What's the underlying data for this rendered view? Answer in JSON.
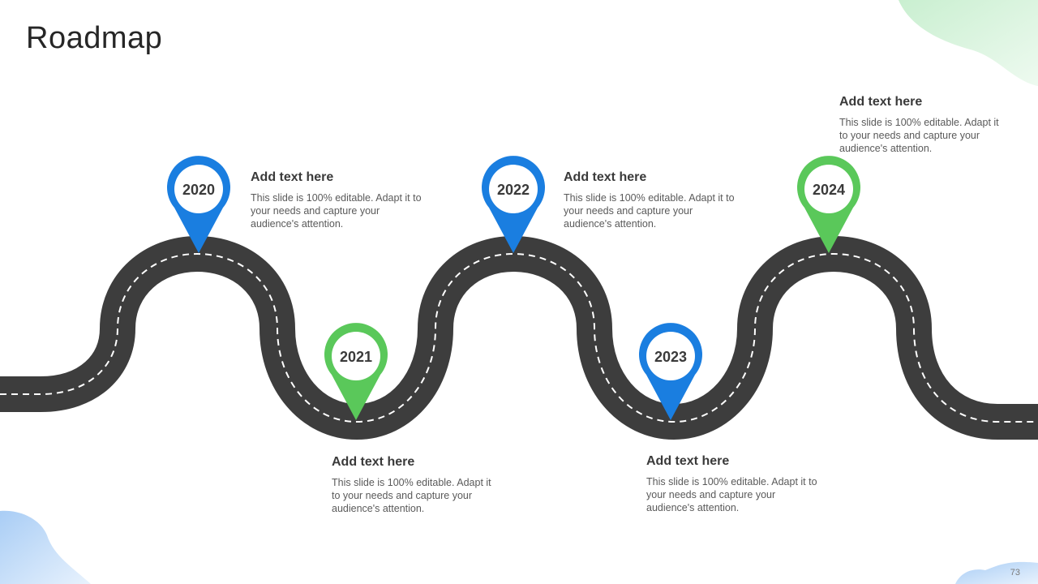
{
  "title": "Roadmap",
  "page_number": "73",
  "colors": {
    "road": "#3d3d3d",
    "dash": "#ffffff",
    "blue": "#1a7ee0",
    "green": "#5ac85a",
    "text_dark": "#3a3a3a",
    "text_body": "#5a5a5a"
  },
  "milestones": [
    {
      "year": "2020",
      "color": "blue",
      "heading": "Add text here",
      "body": "This slide is 100% editable. Adapt it to your needs and capture your audience's attention."
    },
    {
      "year": "2021",
      "color": "green",
      "heading": "Add text here",
      "body": "This slide is 100% editable. Adapt it to your needs and capture your audience's attention."
    },
    {
      "year": "2022",
      "color": "blue",
      "heading": "Add text here",
      "body": "This slide is 100% editable. Adapt it to your needs and capture your audience's attention."
    },
    {
      "year": "2023",
      "color": "blue",
      "heading": "Add text here",
      "body": "This slide is 100% editable. Adapt it to your needs and capture your audience's attention."
    },
    {
      "year": "2024",
      "color": "green",
      "heading": "Add text here",
      "body": "This slide is 100% editable. Adapt it to your needs and capture your audience's attention."
    }
  ]
}
